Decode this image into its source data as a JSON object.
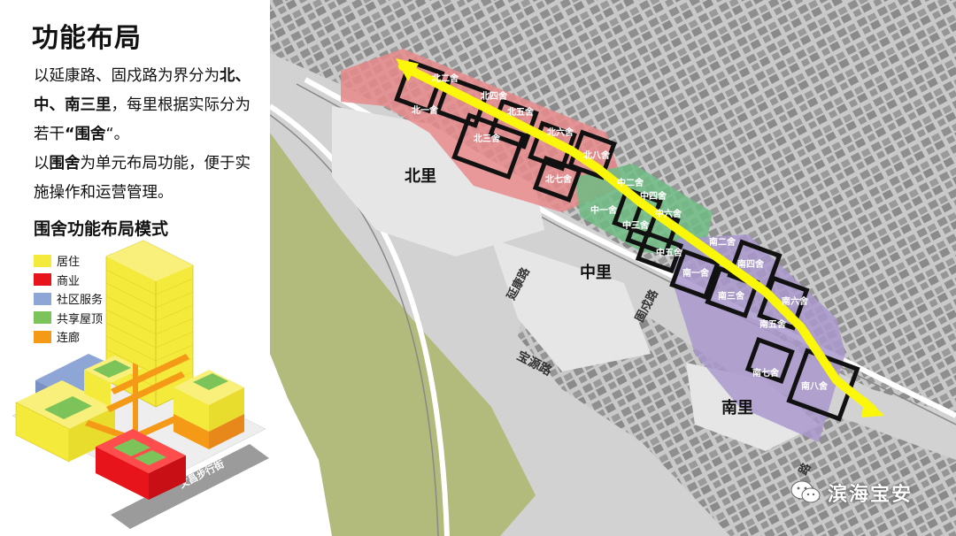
{
  "slide": {
    "title": "功能布局",
    "desc": {
      "l1a": "以延康路、固戍路为界分为",
      "l1b": "北、",
      "l2a": "中、南三里",
      "l2b": "，每里根据实际分为",
      "l3a": "若干",
      "l3b": "“围舍",
      "l3c": "“。",
      "l4a": "以",
      "l4b": "围舍",
      "l4c": "为单元布局功能，便于实",
      "l5": "施操作和运营管理。"
    },
    "subtitle": "围舍功能布局模式"
  },
  "legend": [
    {
      "label": "居住",
      "color": "#f4ea3c"
    },
    {
      "label": "商业",
      "color": "#e8141b"
    },
    {
      "label": "社区服务",
      "color": "#8da6d6"
    },
    {
      "label": "共享屋顶",
      "color": "#7cc45a"
    },
    {
      "label": "连廊",
      "color": "#f59a16"
    }
  ],
  "diagram": {
    "street_label": "文昌步行街"
  },
  "map": {
    "districts": {
      "north": "北里",
      "middle": "中里",
      "south": "南里"
    },
    "roads": {
      "yankang": "延康路",
      "gushu": "固戍路",
      "baoyuan": "宝源路",
      "lu": "路"
    },
    "north_units": [
      "北一舍",
      "北二舍",
      "北三舍",
      "北四舍",
      "北五舍",
      "北六舍",
      "北七舍",
      "北八舍"
    ],
    "middle_units": [
      "中一舍",
      "中二舍",
      "中三舍",
      "中四舍",
      "中五舍",
      "中六舍"
    ],
    "south_units": [
      "南一舍",
      "南二舍",
      "南三舍",
      "南四舍",
      "南五舍",
      "南六舍",
      "南七舍",
      "南八舍"
    ],
    "colors": {
      "north": "#e8898b",
      "middle": "#6ebc84",
      "south": "#a998cc",
      "arrow": "#fbf70a"
    }
  },
  "watermark": "滨海宝安"
}
